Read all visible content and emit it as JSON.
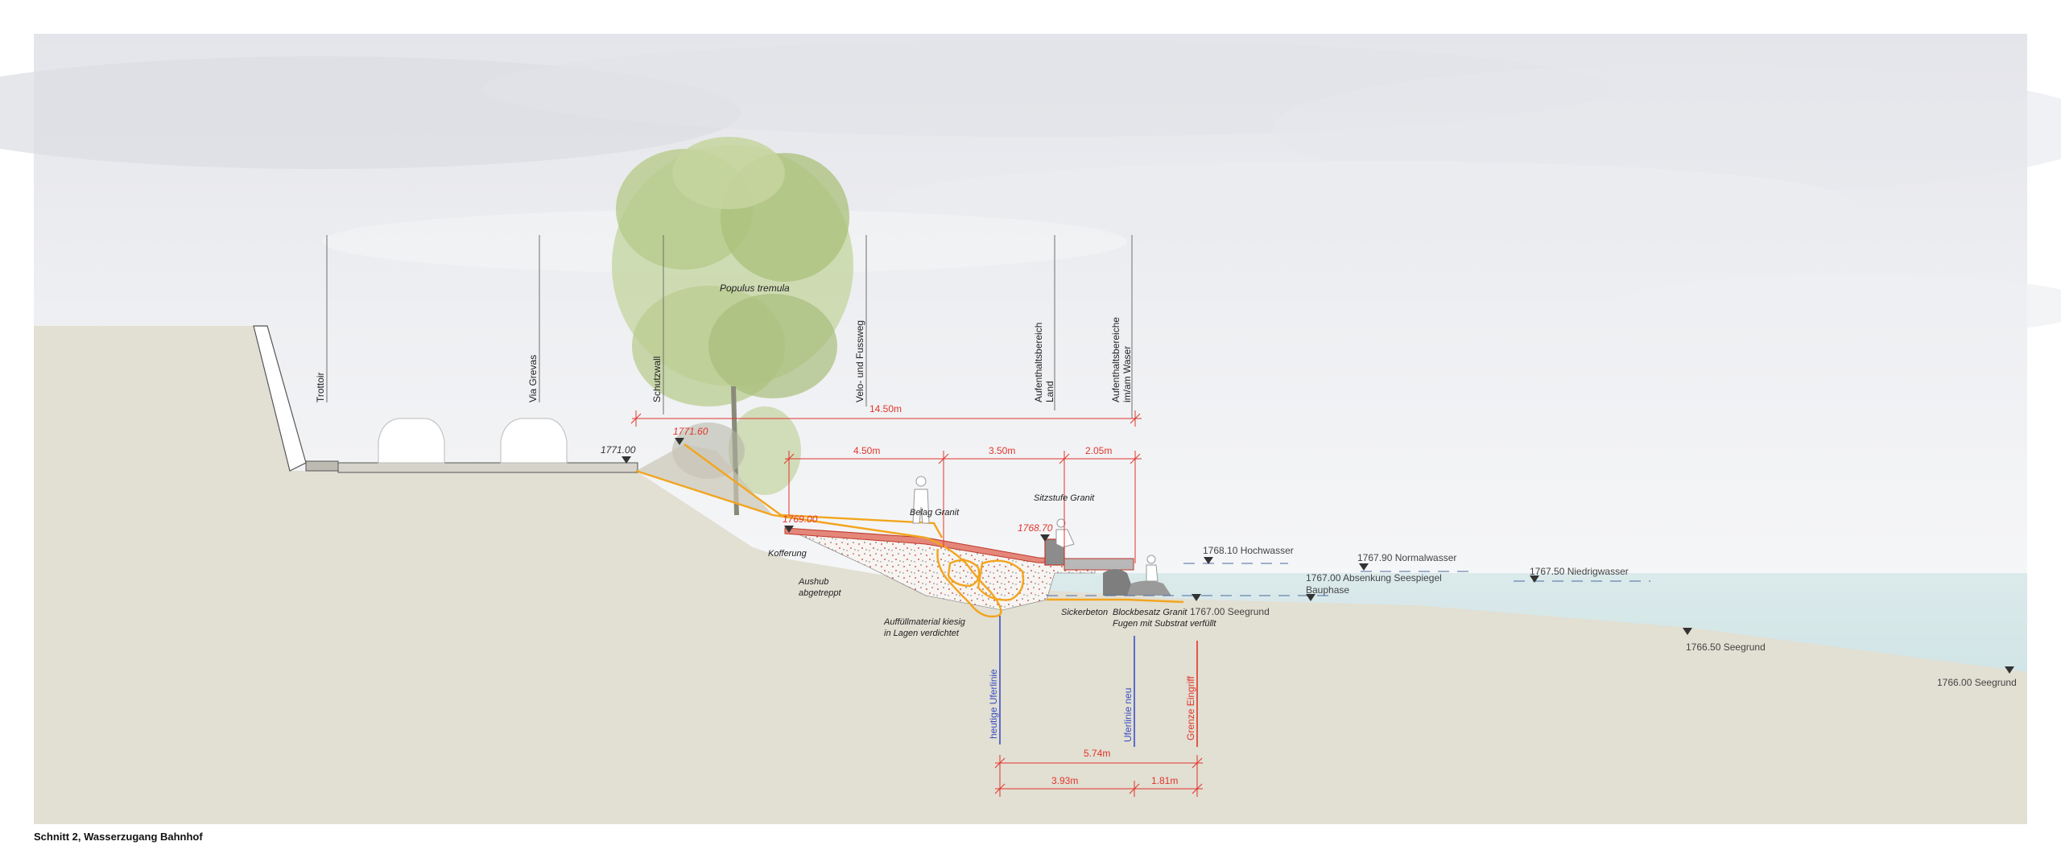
{
  "caption": "Schnitt 2, Wasserzugang Bahnhof",
  "labels": {
    "tree_species": "Populus tremula",
    "zones": {
      "trottoir": "Trottoir",
      "via_grevas": "Via Grevas",
      "schutzwall": "Schutzwall",
      "velo": "Velo- und Fussweg",
      "aufenthalt_land_1": "Aufenthaltsbereich",
      "aufenthalt_land_2": "Land",
      "aufenthalt_wasser_1": "Aufenthaltsbereiche",
      "aufenthalt_wasser_2": "im/am Waser"
    },
    "materials": {
      "belag": "Belag Granit",
      "sitzstufe": "Sitzstufe Granit",
      "kofferung": "Kofferung",
      "aushub_1": "Aushub",
      "aushub_2": "abgetreppt",
      "auffuell_1": "Auffüllmaterial kiesig",
      "auffuell_2": "in Lagen verdichtet",
      "sickerbeton": "Sickerbeton",
      "blocksatz_1": "Blockbesatz Granit",
      "blocksatz_2": "Fugen mit Substrat verfüllt"
    },
    "lines": {
      "heutige": "heutige Uferlinie",
      "neu": "Uferlinie neu",
      "grenze": "Grenze Eingriff"
    }
  },
  "elevations": {
    "e1771_00": "1771.00",
    "e1771_60": "1771.60",
    "e1769_00": "1769.00",
    "e1768_70": "1768.70",
    "hochwasser": "1768.10 Hochwasser",
    "normalwasser": "1767.90 Normalwasser",
    "absenkung_1": "1767.00 Absenkung Seespiegel",
    "absenkung_2": "Bauphase",
    "niedrigwasser": "1767.50 Niedrigwasser",
    "seegrund_1767": "1767.00 Seegrund",
    "seegrund_1766_5": "1766.50 Seegrund",
    "seegrund_1766": "1766.00 Seegrund"
  },
  "dimensions": {
    "total": "14.50m",
    "d1": "4.50m",
    "d2": "3.50m",
    "d3": "2.05m",
    "shore_total": "5.74m",
    "shore_a": "3.93m",
    "shore_b": "1.81m"
  },
  "colors": {
    "ground": "#e2dfd3",
    "water": "#d6e7e8",
    "dimension_red": "#e0352b",
    "excavation_orange": "#f2a51e",
    "shoreline_blue": "#3a4fc4",
    "tree_green": "#b5c98a"
  }
}
